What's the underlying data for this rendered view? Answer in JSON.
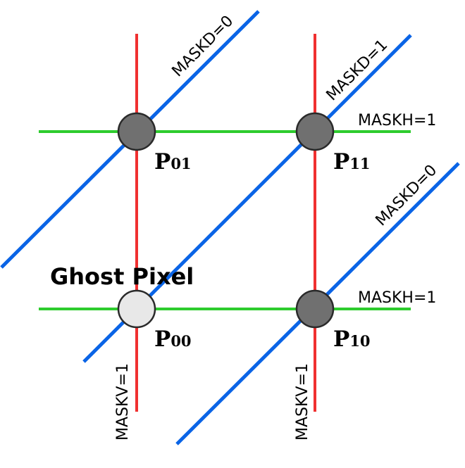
{
  "colors": {
    "vertical": "#f03030",
    "horizontal": "#2ecc2e",
    "diagonal": "#0a64e6",
    "pixel_fill": "#707070",
    "ghost_fill": "#e8e8e8",
    "outline": "#2a2a2a"
  },
  "labels": {
    "ghost": "Ghost Pixel",
    "maskd_top_left": "MASKD=0",
    "maskd_top_right": "MASKD=1",
    "maskd_right": "MASKD=0",
    "maskh_top": "MASKH=1",
    "maskh_bottom": "MASKH=1",
    "maskv_left": "MASKV=1",
    "maskv_right": "MASKV=1"
  },
  "points": {
    "p01": {
      "base": "P",
      "sub": "01",
      "kind": "pixel"
    },
    "p11": {
      "base": "P",
      "sub": "11",
      "kind": "pixel"
    },
    "p00": {
      "base": "P",
      "sub": "00",
      "kind": "ghost"
    },
    "p10": {
      "base": "P",
      "sub": "10",
      "kind": "pixel"
    }
  }
}
